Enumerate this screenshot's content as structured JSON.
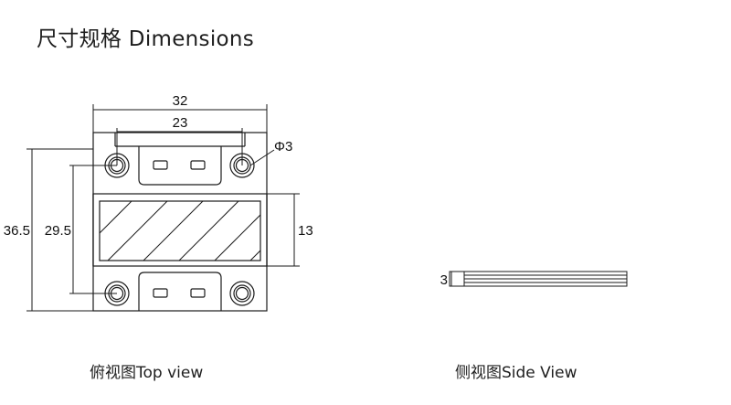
{
  "title": "尺寸规格 Dimensions",
  "top_view": {
    "caption": "俯视图Top view",
    "dimensions": {
      "overall_width": "32",
      "hole_spacing": "23",
      "hole_diameter": "Φ3",
      "overall_height": "36.5",
      "hole_height_spacing": "29.5",
      "window_height": "13"
    }
  },
  "side_view": {
    "caption": "侧视图Side View",
    "dimensions": {
      "thickness": "3"
    }
  },
  "colors": {
    "line": "#1a1a1a",
    "text": "#1e1e1e",
    "background": "#ffffff"
  }
}
